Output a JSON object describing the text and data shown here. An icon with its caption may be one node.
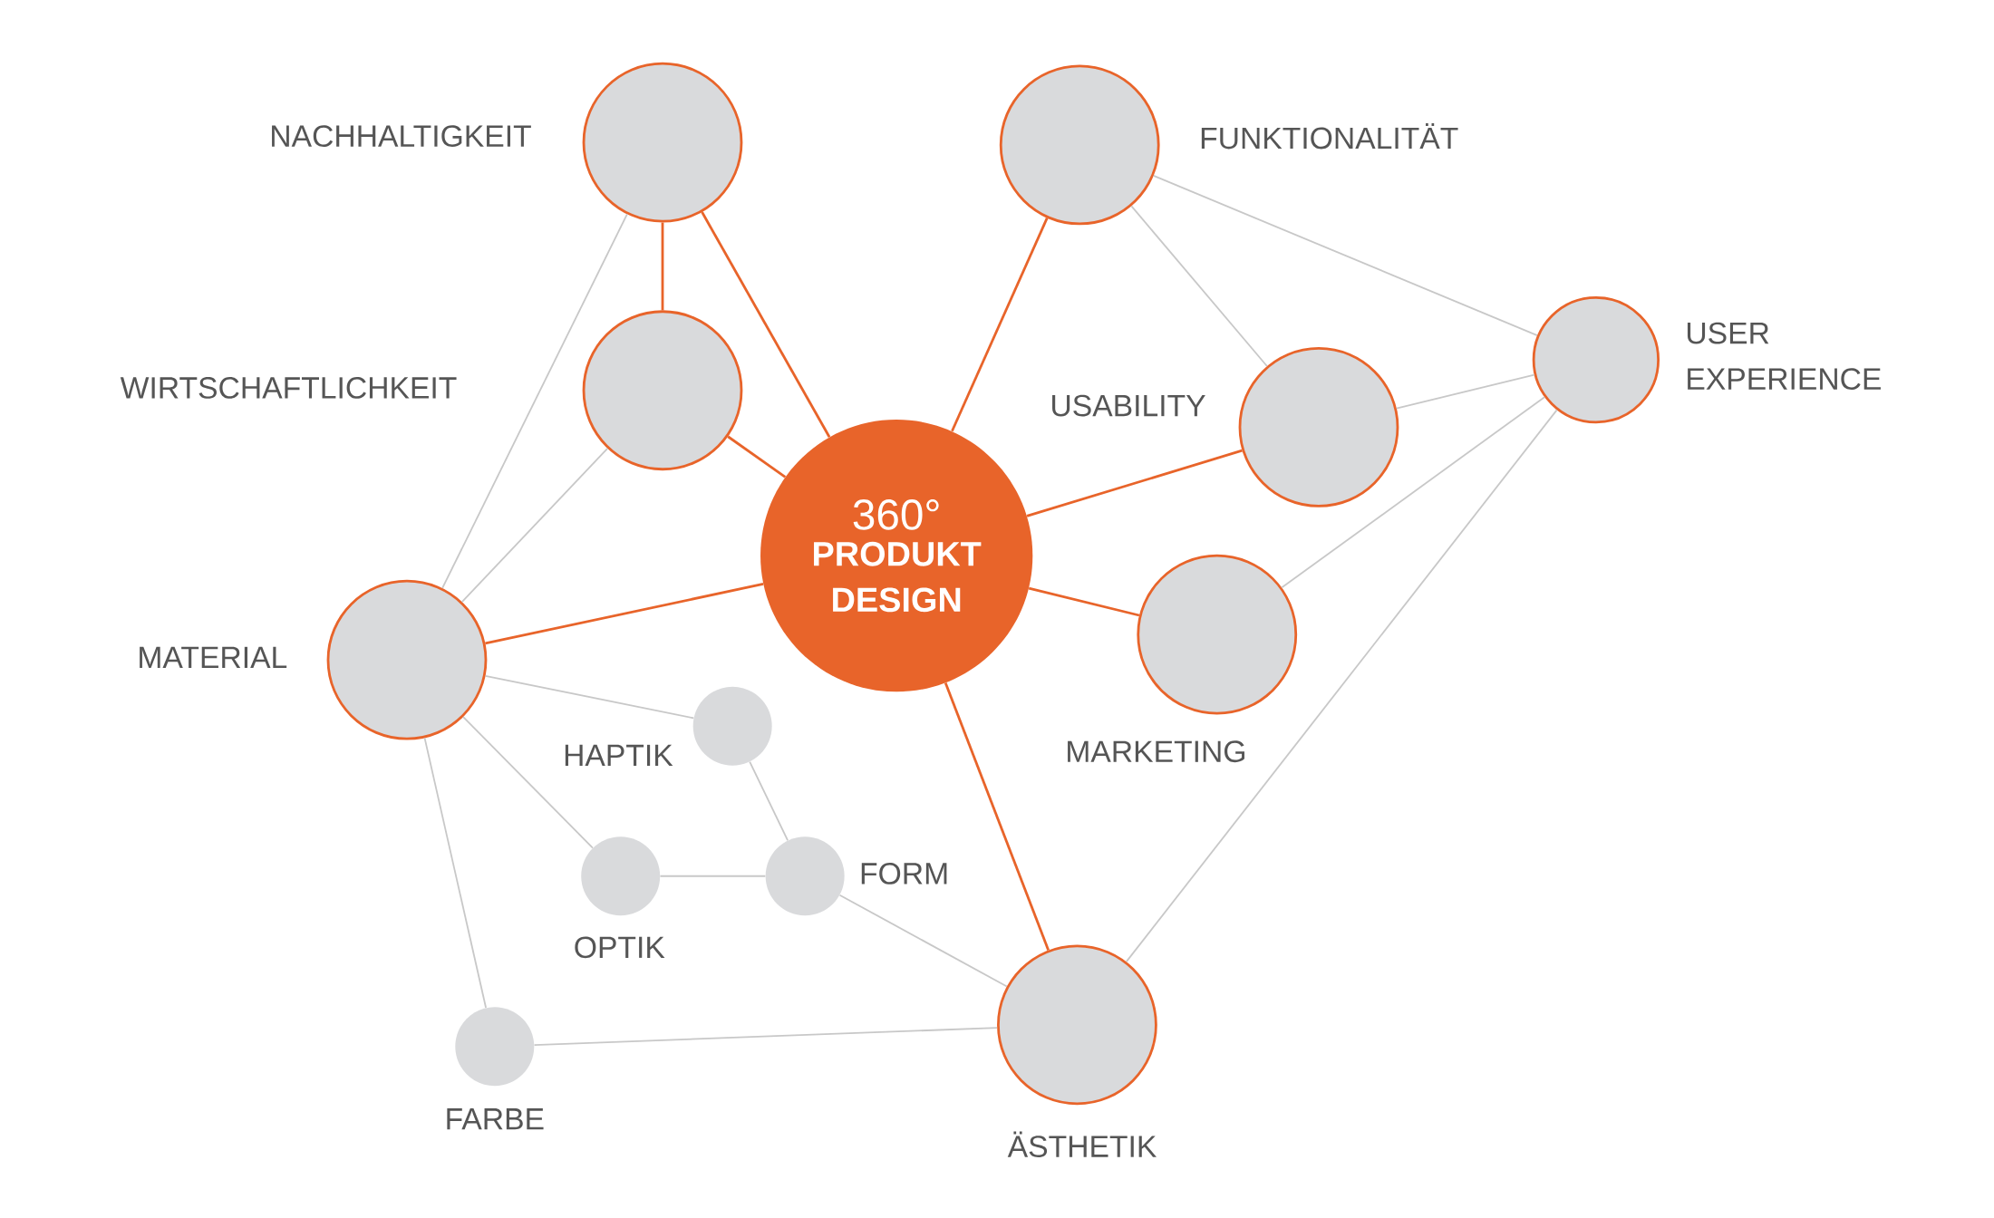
{
  "diagram": {
    "nodes": [
      {
        "text": [
          "360°",
          "PRODUKT DESIGN"
        ]
      },
      {
        "text": [
          "NACHHALTIGKEIT"
        ]
      },
      {
        "text": [
          "FUNKTIONALITÄT"
        ]
      },
      {
        "text": [
          "WIRTSCHAFTLICHKEIT"
        ]
      },
      {
        "text": [
          "USABILITY"
        ]
      },
      {
        "text": [
          "USER EXPERIENCE"
        ]
      },
      {
        "text": [
          "MATERIAL"
        ]
      },
      {
        "text": [
          "MARKETING"
        ]
      },
      {
        "text": [
          "HAPTIK"
        ]
      },
      {
        "text": [
          "OPTIK"
        ]
      },
      {
        "text": [
          "FORM"
        ]
      },
      {
        "text": [
          "FARBE"
        ]
      },
      {
        "text": [
          "ÄSTHETIK"
        ]
      }
    ],
    "edges": [
      {
        "from": 1,
        "to": 0,
        "arrow": "none",
        "color": "#e8642a"
      },
      {
        "from": 1,
        "to": 3,
        "arrow": "none",
        "color": "#e8642a"
      },
      {
        "from": 3,
        "to": 0,
        "arrow": "none",
        "color": "#e8642a"
      },
      {
        "from": 2,
        "to": 0,
        "arrow": "none",
        "color": "#e8642a"
      },
      {
        "from": 4,
        "to": 0,
        "arrow": "none",
        "color": "#e8642a"
      },
      {
        "from": 7,
        "to": 0,
        "arrow": "none",
        "color": "#e8642a"
      },
      {
        "from": 6,
        "to": 0,
        "arrow": "none",
        "color": "#e8642a"
      },
      {
        "from": 12,
        "to": 0,
        "arrow": "none",
        "color": "#e8642a"
      },
      {
        "from": 1,
        "to": 6,
        "arrow": "none"
      },
      {
        "from": 3,
        "to": 6,
        "arrow": "none"
      },
      {
        "from": 2,
        "to": 5,
        "arrow": "none"
      },
      {
        "from": 2,
        "to": 4,
        "arrow": "none"
      },
      {
        "from": 4,
        "to": 5,
        "arrow": "none"
      },
      {
        "from": 7,
        "to": 5,
        "arrow": "none"
      },
      {
        "from": 12,
        "to": 5,
        "arrow": "none"
      },
      {
        "from": 6,
        "to": 8,
        "arrow": "none"
      },
      {
        "from": 6,
        "to": 9,
        "arrow": "none"
      },
      {
        "from": 6,
        "to": 11,
        "arrow": "none"
      },
      {
        "from": 8,
        "to": 10,
        "arrow": "none"
      },
      {
        "from": 9,
        "to": 10,
        "arrow": "none"
      },
      {
        "from": 10,
        "to": 12,
        "arrow": "none"
      },
      {
        "from": 11,
        "to": 12,
        "arrow": "none"
      }
    ]
  }
}
